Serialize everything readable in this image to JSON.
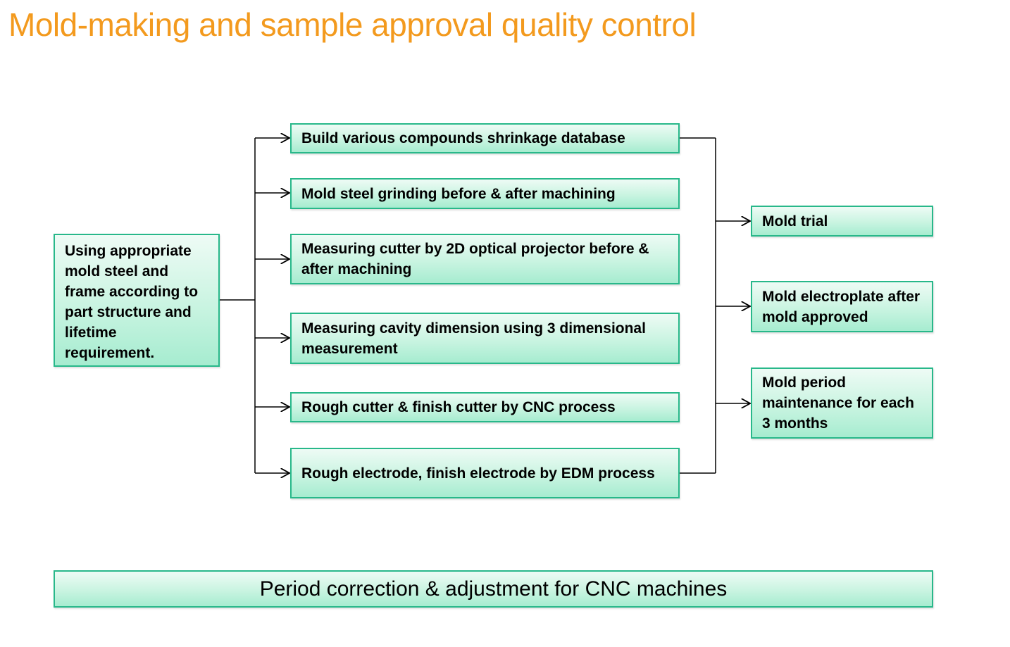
{
  "title": "Mold-making and sample approval quality control",
  "input": {
    "label": "Using appropriate mold steel and frame according to part structure and lifetime requirement."
  },
  "processes": [
    {
      "label": "Build various compounds shrinkage database"
    },
    {
      "label": "Mold steel grinding before & after machining"
    },
    {
      "label": "Measuring cutter by 2D optical projector before & after machining"
    },
    {
      "label": "Measuring cavity dimension using 3 dimensional measurement"
    },
    {
      "label": "Rough cutter & finish cutter by CNC process"
    },
    {
      "label": "Rough electrode, finish electrode by EDM process"
    }
  ],
  "outputs": [
    {
      "label": "Mold trial"
    },
    {
      "label": "Mold electroplate after mold approved"
    },
    {
      "label": "Mold period maintenance for each 3 months"
    }
  ],
  "footer": {
    "label": "Period correction & adjustment for CNC machines"
  },
  "colors": {
    "title": "#f39a1e",
    "box_border": "#28b88a",
    "box_fill_top": "#eefbf5",
    "box_fill_bottom": "#a6ecd0",
    "connector": "#000000"
  }
}
